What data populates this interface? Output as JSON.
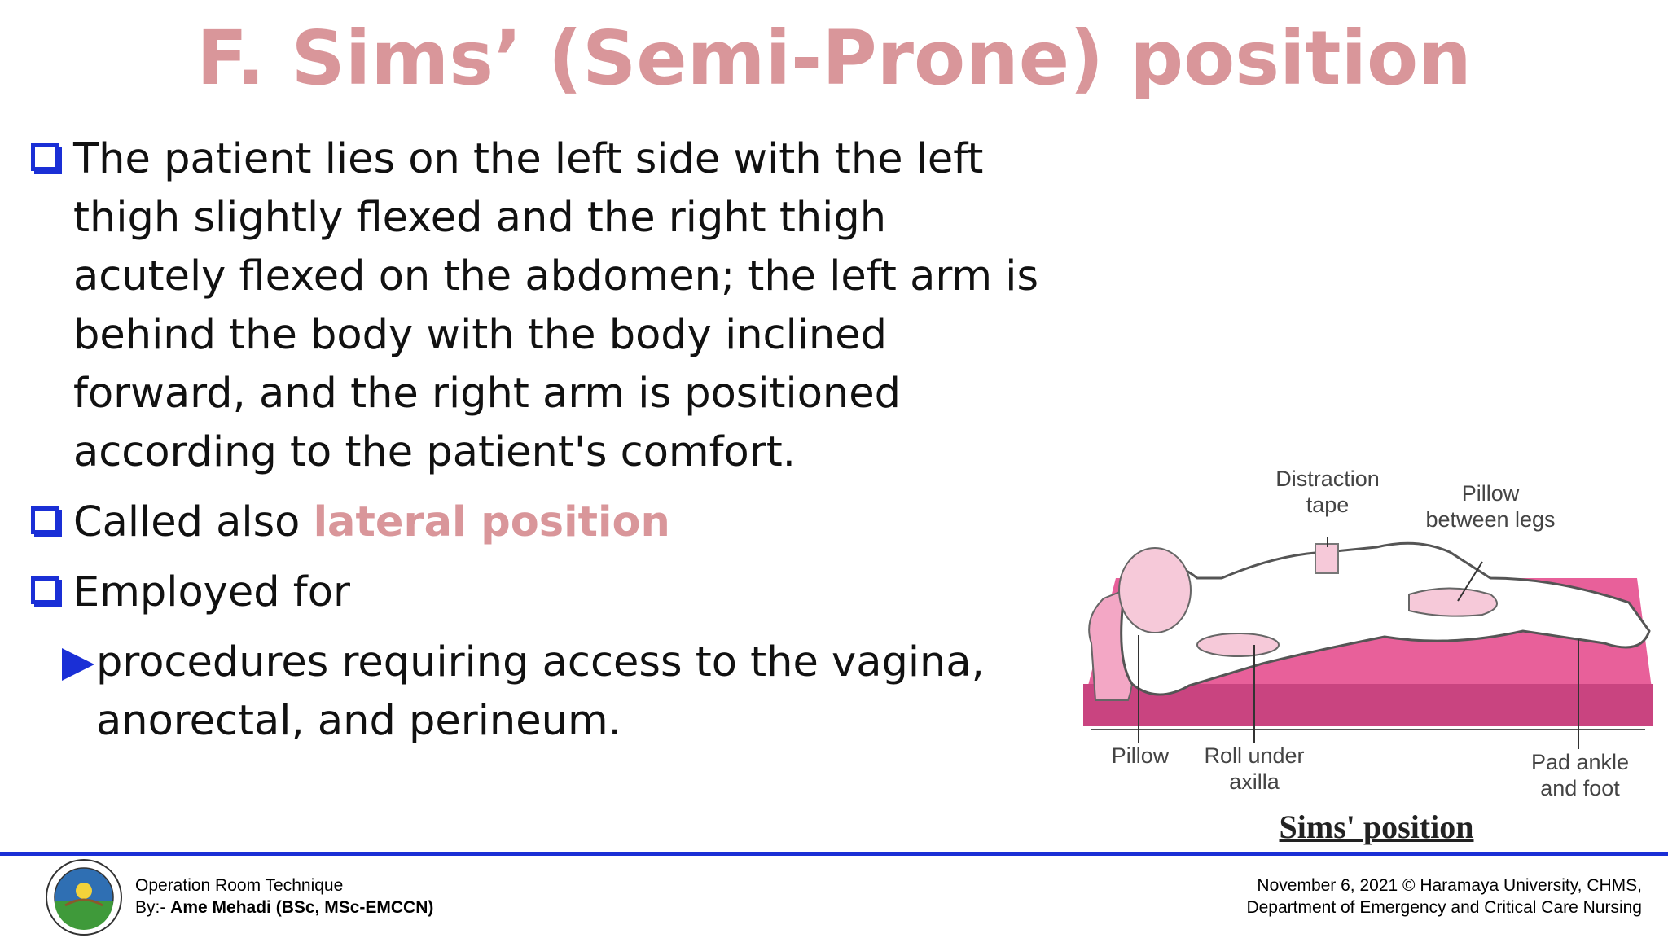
{
  "slide": {
    "title": "F. Sims’ (Semi-Prone) position"
  },
  "bullets": {
    "b1": "The patient lies on the left side with the left thigh slightly flexed and the right thigh acutely flexed on the abdomen; the left arm is behind the body with the body inclined forward, and the right arm is positioned according to the patient's comfort.",
    "b2_prefix": "Called also ",
    "b2_highlight": "lateral position",
    "b3": "Employed for",
    "sub1": "procedures requiring access to the vagina, anorectal, and perineum."
  },
  "figure": {
    "label_distraction_tape": "Distraction tape",
    "label_pillow_between_legs": "Pillow between legs",
    "label_pillow": "Pillow",
    "label_roll_under_axilla": "Roll under axilla",
    "label_pad_ankle": "Pad ankle and foot",
    "caption": "Sims' position",
    "colors": {
      "mattress": "#e8609a",
      "mattress_dark": "#c94480",
      "body_pink": "#f6c9d9"
    }
  },
  "footer": {
    "course": "Operation Room Technique",
    "by_prefix": "By:- ",
    "author": "Ame Mehadi (BSc, MSc-EMCCN)",
    "date_line": "November 6, 2021 © Haramaya University, CHMS,",
    "dept_line": "Department of Emergency and Critical Care Nursing"
  },
  "colors": {
    "title": "#d9969a",
    "accent_blue": "#1a2fd6"
  }
}
